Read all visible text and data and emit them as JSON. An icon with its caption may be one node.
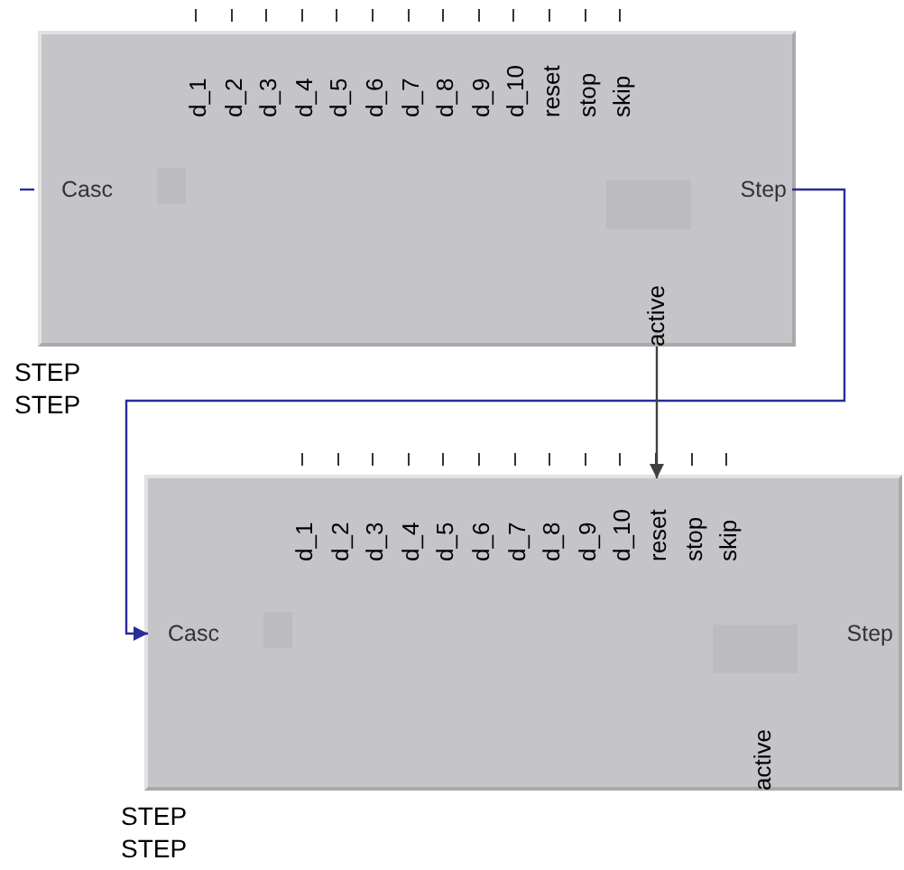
{
  "diagram": {
    "nodes": [
      {
        "text": [],
        "shape": "box",
        "beside": [
          "STEP",
          "STEP"
        ]
      },
      {
        "text": [
          "d_1"
        ],
        "in": 0
      },
      {
        "text": [
          "d_2"
        ],
        "in": 0
      },
      {
        "text": [
          "d_3"
        ],
        "in": 0
      },
      {
        "text": [
          "d_4"
        ],
        "in": 0
      },
      {
        "text": [
          "d_5"
        ],
        "in": 0
      },
      {
        "text": [
          "d_6"
        ],
        "in": 0
      },
      {
        "text": [
          "d_7"
        ],
        "in": 0
      },
      {
        "text": [
          "d_8"
        ],
        "in": 0
      },
      {
        "text": [
          "d_9"
        ],
        "in": 0
      },
      {
        "text": [
          "d_10"
        ],
        "in": 0
      },
      {
        "text": [
          "reset"
        ],
        "in": 0
      },
      {
        "text": [
          "stop"
        ],
        "in": 0
      },
      {
        "text": [
          "skip"
        ],
        "in": 0
      },
      {
        "text": [
          "Casc"
        ],
        "in": 0
      },
      {
        "text": [
          "Step"
        ],
        "in": 0
      },
      {
        "text": [
          "active"
        ],
        "in": 0
      },
      {
        "text": [],
        "shape": "box",
        "beside": [
          "STEP",
          "STEP"
        ]
      },
      {
        "text": [
          "d_1"
        ],
        "in": 17
      },
      {
        "text": [
          "d_2"
        ],
        "in": 17
      },
      {
        "text": [
          "d_3"
        ],
        "in": 17
      },
      {
        "text": [
          "d_4"
        ],
        "in": 17
      },
      {
        "text": [
          "d_5"
        ],
        "in": 17
      },
      {
        "text": [
          "d_6"
        ],
        "in": 17
      },
      {
        "text": [
          "d_7"
        ],
        "in": 17
      },
      {
        "text": [
          "d_8"
        ],
        "in": 17
      },
      {
        "text": [
          "d_9"
        ],
        "in": 17
      },
      {
        "text": [
          "d_10"
        ],
        "in": 17
      },
      {
        "text": [
          "reset"
        ],
        "in": 17
      },
      {
        "text": [
          "stop"
        ],
        "in": 17
      },
      {
        "text": [
          "skip"
        ],
        "in": 17
      },
      {
        "text": [
          "Casc"
        ],
        "in": 17
      },
      {
        "text": [
          "Step"
        ],
        "in": 17
      },
      {
        "text": [
          "active"
        ],
        "in": 17
      }
    ],
    "edges": [
      {
        "from": null,
        "to": 14,
        "arrow": "none"
      },
      {
        "from": 15,
        "to": 31,
        "arrow": "to"
      },
      {
        "from": 16,
        "to": 28,
        "arrow": "to",
        "color": "#404040"
      }
    ]
  }
}
